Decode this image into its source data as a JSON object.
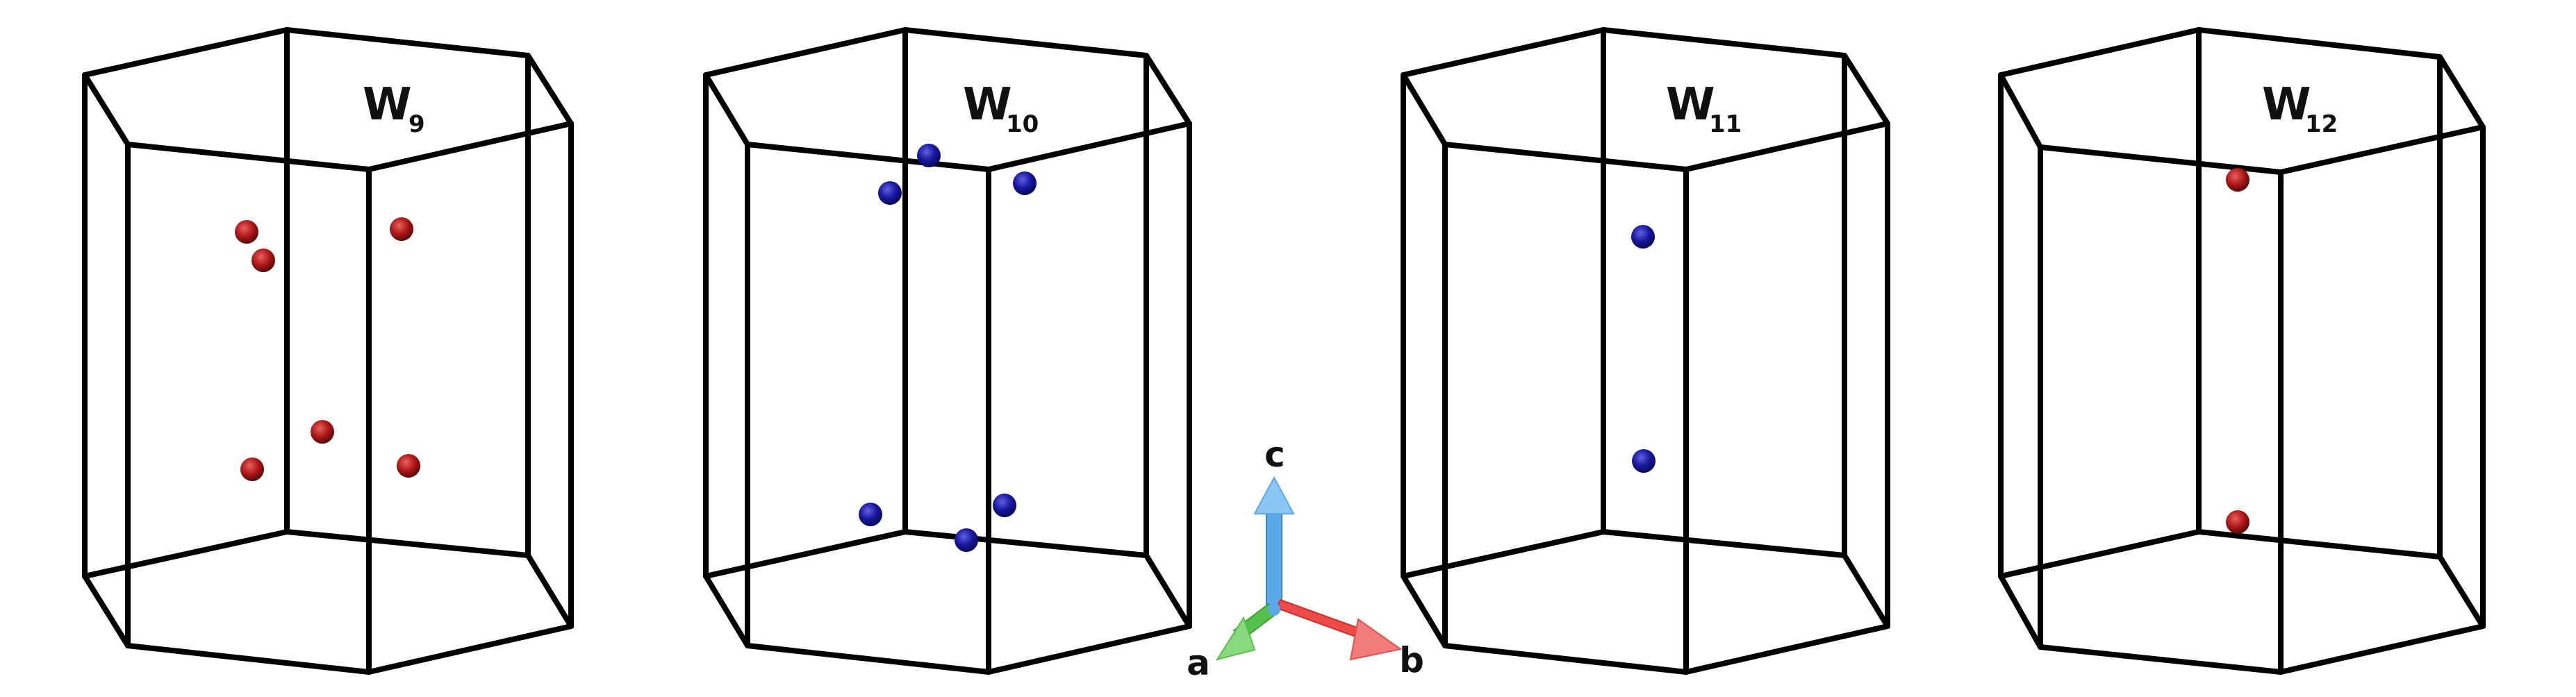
{
  "figure": {
    "panels": [
      {
        "id": "w9",
        "label": {
          "main": "W",
          "sub": "9"
        },
        "atom_color": "#b01818",
        "atoms": [
          "a1",
          "a2",
          "a3",
          "a4",
          "a5",
          "a6"
        ]
      },
      {
        "id": "w10",
        "label": {
          "main": "W",
          "sub": "10"
        },
        "atom_color": "#1818a0",
        "atoms": [
          "a1",
          "a2",
          "a3",
          "a4",
          "a5",
          "a6"
        ]
      },
      {
        "id": "w11",
        "label": {
          "main": "W",
          "sub": "11"
        },
        "atom_color": "#1818a0",
        "atoms": [
          "a1",
          "a2"
        ]
      },
      {
        "id": "w12",
        "label": {
          "main": "W",
          "sub": "12"
        },
        "atom_color": "#b01818",
        "atoms": [
          "a1",
          "a2"
        ]
      }
    ],
    "axes": {
      "c": {
        "label": "c",
        "color": "#5aa8e8"
      },
      "a": {
        "label": "a",
        "color": "#55c04a"
      },
      "b": {
        "label": "b",
        "color": "#ee4a4a"
      }
    }
  }
}
